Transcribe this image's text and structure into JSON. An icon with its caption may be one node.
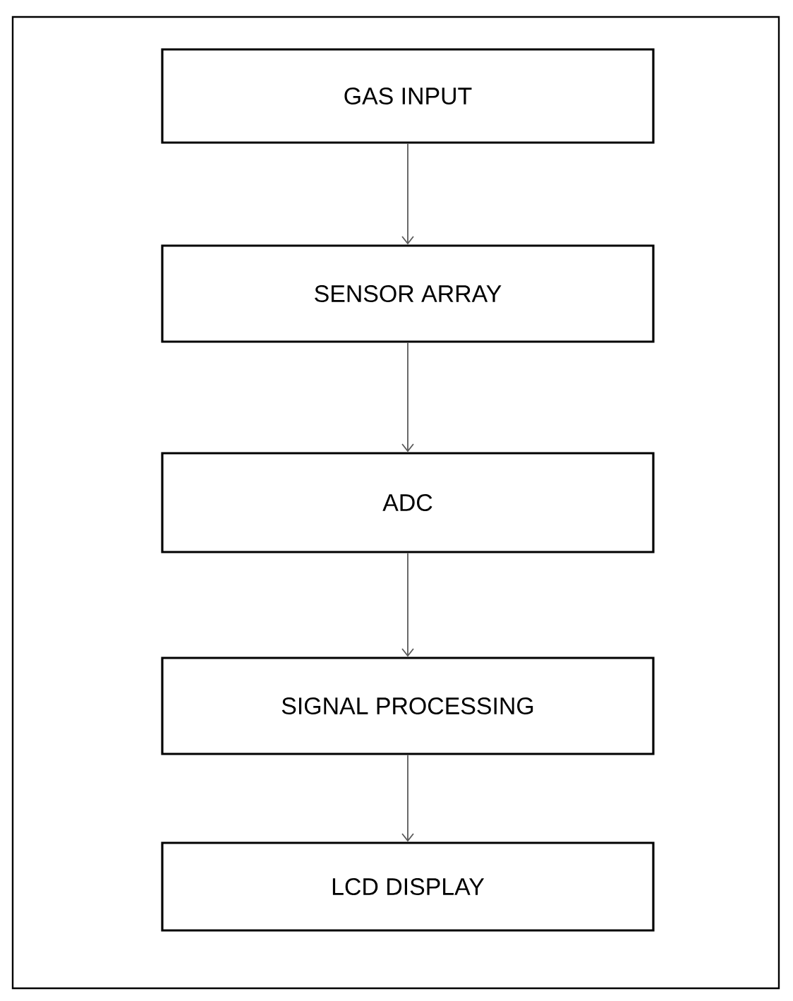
{
  "diagram": {
    "nodes": [
      {
        "text": [
          "GAS INPUT"
        ]
      },
      {
        "text": [
          "SENSOR ARRAY"
        ]
      },
      {
        "text": [
          "ADC"
        ]
      },
      {
        "text": [
          "SIGNAL PROCESSING"
        ]
      },
      {
        "text": [
          "LCD DISPLAY"
        ]
      }
    ],
    "edges": [
      {
        "from": 0,
        "to": 1,
        "arrow": "to"
      },
      {
        "from": 1,
        "to": 2,
        "arrow": "to"
      },
      {
        "from": 2,
        "to": 3,
        "arrow": "to"
      },
      {
        "from": 3,
        "to": 4,
        "arrow": "to"
      }
    ]
  }
}
